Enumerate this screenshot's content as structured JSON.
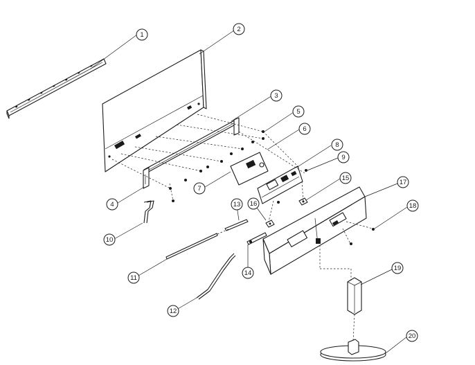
{
  "callouts": [
    {
      "label": "1"
    },
    {
      "label": "2"
    },
    {
      "label": "3"
    },
    {
      "label": "4"
    },
    {
      "label": "5"
    },
    {
      "label": "6"
    },
    {
      "label": "7"
    },
    {
      "label": "8"
    },
    {
      "label": "9"
    },
    {
      "label": "10"
    },
    {
      "label": "11"
    },
    {
      "label": "12"
    },
    {
      "label": "13"
    },
    {
      "label": "14"
    },
    {
      "label": "15"
    },
    {
      "label": "16"
    },
    {
      "label": "17"
    },
    {
      "label": "18"
    },
    {
      "label": "19"
    },
    {
      "label": "20"
    }
  ]
}
